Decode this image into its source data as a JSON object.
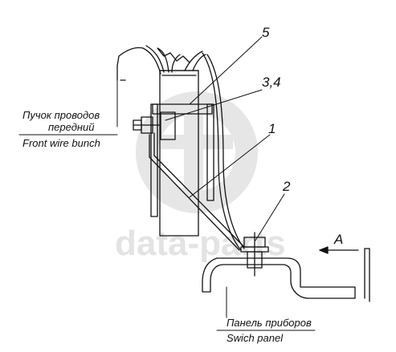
{
  "labels": {
    "wire_bunch_ru_line1": "Пучок проводов",
    "wire_bunch_ru_line2": "передний",
    "wire_bunch_en": "Front wire bunch",
    "panel_ru": "Панель приборов",
    "panel_en": "Swich panel",
    "view_arrow": "A"
  },
  "callouts": {
    "c5": "5",
    "c34": "3,4",
    "c1": "1",
    "c2": "2"
  },
  "watermark": {
    "text": "data-parts",
    "color": "#e3e3e3"
  },
  "colors": {
    "ink": "#111111",
    "background": "#ffffff"
  }
}
